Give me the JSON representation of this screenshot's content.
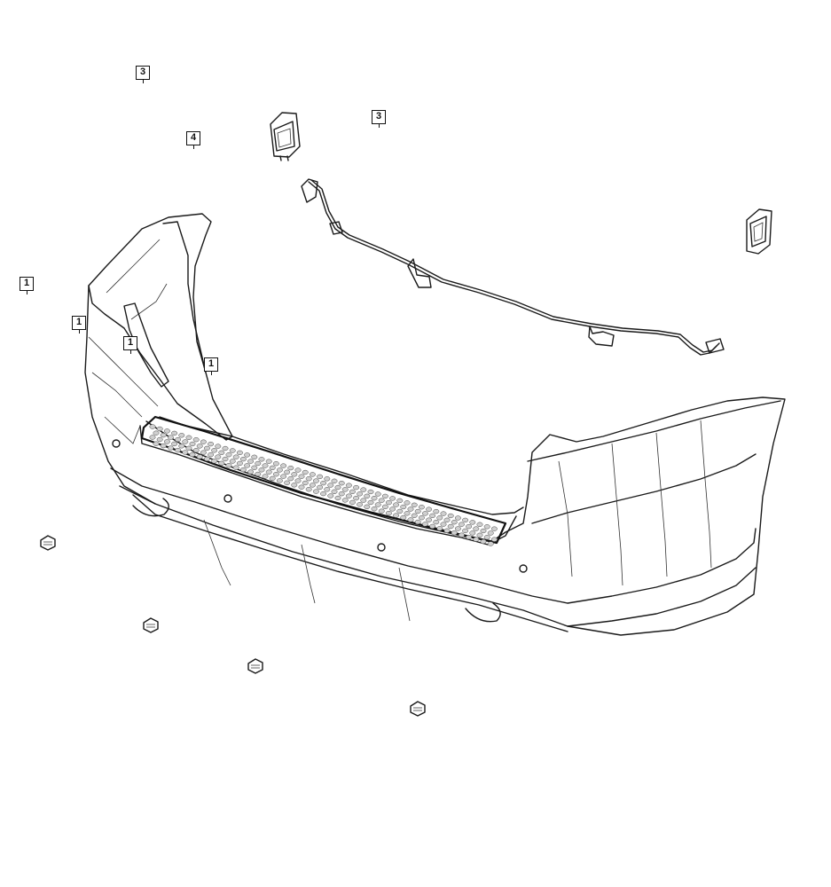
{
  "callouts": [
    {
      "id": "callout-3-top-left",
      "label": "3"
    },
    {
      "id": "callout-4",
      "label": "4"
    },
    {
      "id": "callout-3-center",
      "label": "3"
    },
    {
      "id": "callout-1-left-edge",
      "label": "1"
    },
    {
      "id": "callout-1-bumper-corner",
      "label": "1"
    },
    {
      "id": "callout-1-bracket",
      "label": "1"
    },
    {
      "id": "callout-1-inner",
      "label": "1"
    }
  ],
  "colors": {
    "line": "#1a1a1a",
    "background": "#ffffff",
    "grille": "#cfcfcf"
  }
}
